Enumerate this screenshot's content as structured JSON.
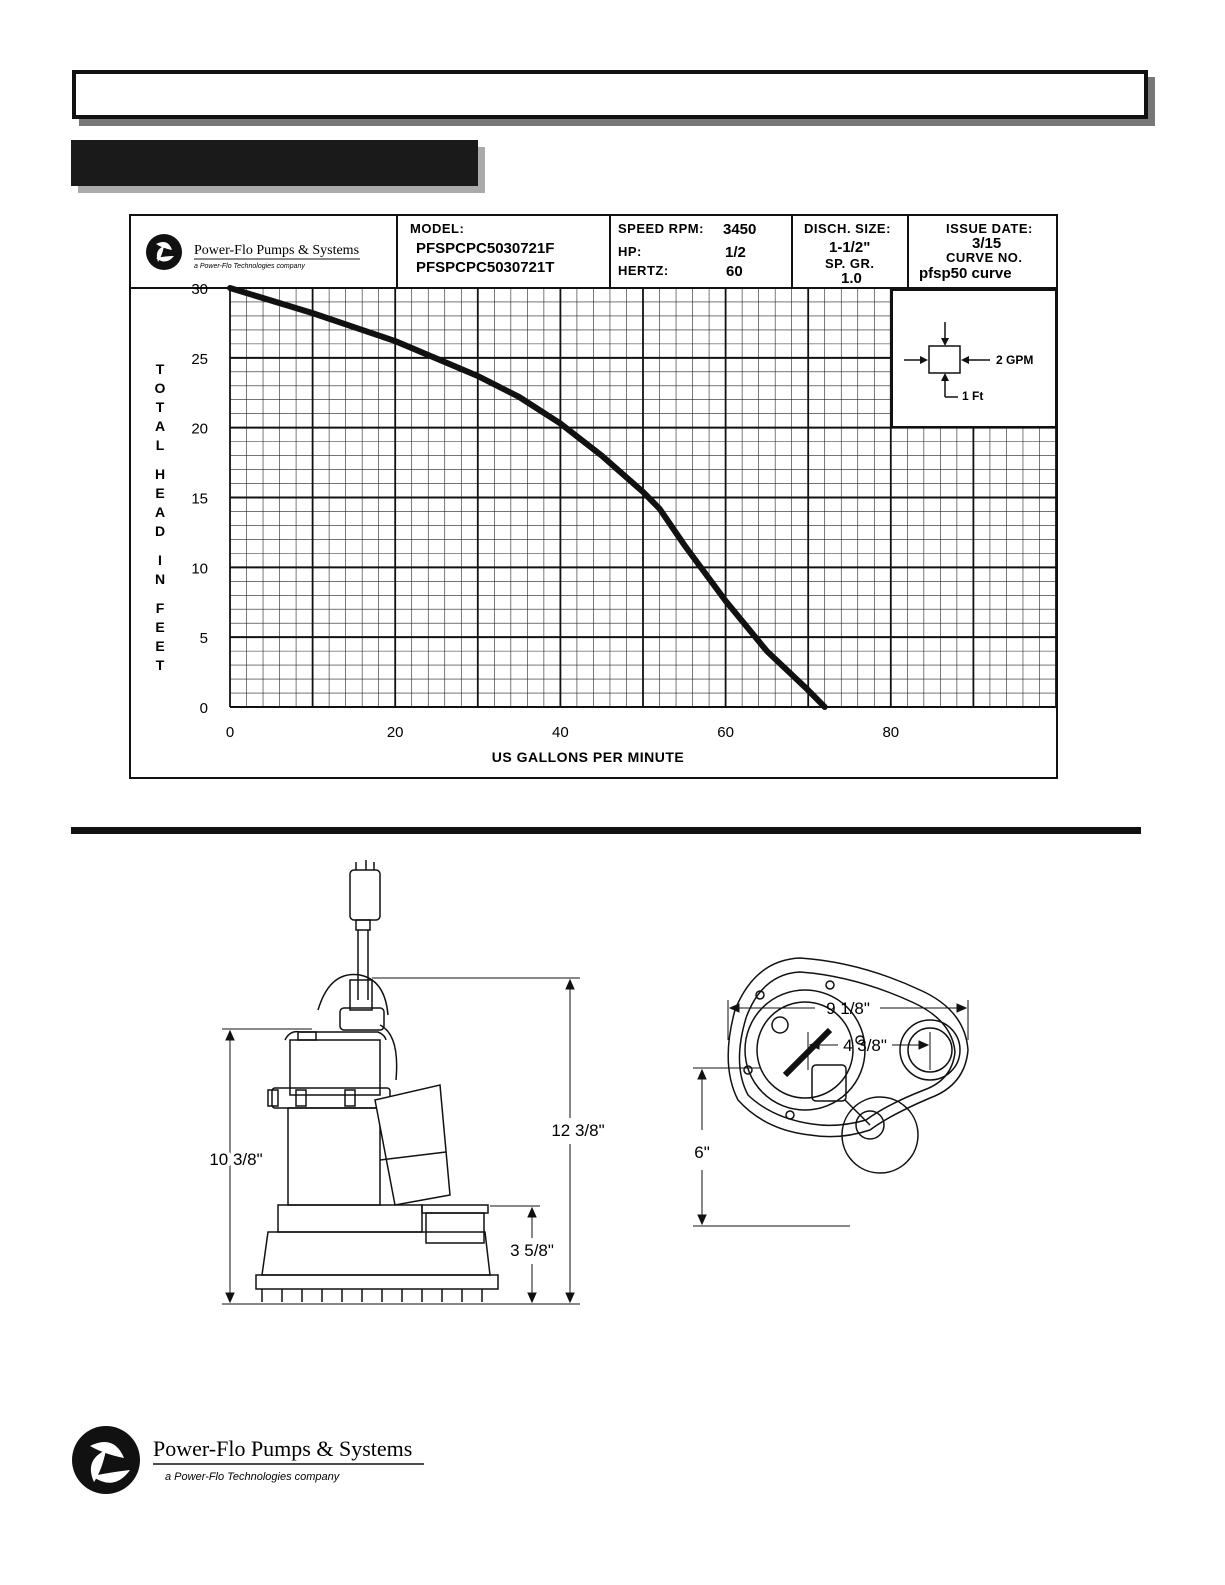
{
  "brand": {
    "name": "Power-Flo Pumps & Systems",
    "tagline": "a Power-Flo Technologies company"
  },
  "chart_header": {
    "model_label": "MODEL:",
    "models": [
      "PFSPCPC5030721F",
      "PFSPCPC5030721T"
    ],
    "speed_label": "SPEED RPM:",
    "speed_value": "3450",
    "hp_label": "HP:",
    "hp_value": "1/2",
    "hertz_label": "HERTZ:",
    "hertz_value": "60",
    "disch_label": "DISCH. SIZE:",
    "disch_value": "1-1/2\"",
    "spgr_label": "SP. GR.",
    "spgr_value": "1.0",
    "issue_label": "ISSUE DATE:",
    "issue_value": "3/15",
    "curve_label": "CURVE NO.",
    "curve_value": "pfsp50 curve"
  },
  "legend_box": {
    "gpm_label": "2 GPM",
    "ft_label": "1 Ft"
  },
  "chart_data": {
    "type": "line",
    "xlabel": "US GALLONS PER MINUTE",
    "ylabel": "TOTAL HEAD IN FEET",
    "xlim": [
      0,
      100
    ],
    "ylim": [
      0,
      30
    ],
    "x_ticks": [
      0,
      20,
      40,
      60,
      80
    ],
    "y_ticks": [
      0,
      5,
      10,
      15,
      20,
      25,
      30
    ],
    "grid": true,
    "series": [
      {
        "x": [
          0,
          10,
          20,
          30,
          35,
          40,
          45,
          50,
          52,
          55,
          60,
          65,
          70,
          72
        ],
        "y": [
          30,
          28.2,
          26.2,
          23.7,
          22.2,
          20.3,
          18,
          15.4,
          14.2,
          11.6,
          7.6,
          4,
          1.2,
          0
        ]
      }
    ]
  },
  "dimensions": {
    "side_height_body": "10 3/8\"",
    "side_height_total": "12 3/8\"",
    "side_height_discharge": "3 5/8\"",
    "top_width": "9 1/8\"",
    "top_offset": "4 3/8\"",
    "top_depth": "6\""
  }
}
